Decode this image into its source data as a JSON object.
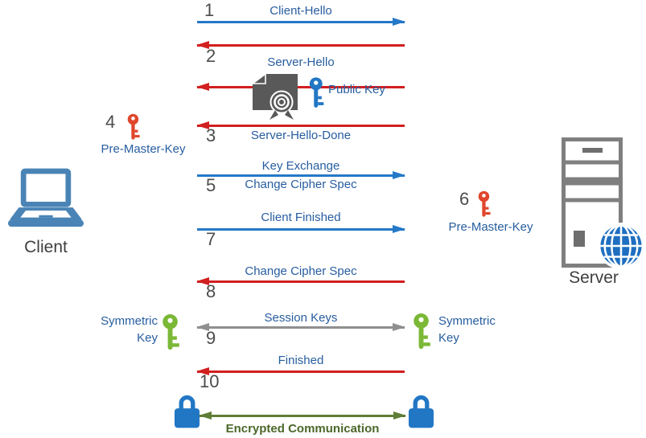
{
  "client": {
    "label": "Client"
  },
  "server": {
    "label": "Server"
  },
  "steps": {
    "s1": {
      "num": "1",
      "label": "Client-Hello"
    },
    "s2": {
      "num": "2",
      "label": "Server-Hello"
    },
    "certificate": {
      "label": "Public Key"
    },
    "s3": {
      "num": "3",
      "label": "Server-Hello-Done"
    },
    "s4": {
      "num": "4",
      "label": "Pre-Master-Key"
    },
    "s5": {
      "num": "5",
      "label_above": "Key Exchange",
      "label_below": "Change Cipher Spec"
    },
    "s6": {
      "num": "6",
      "label": "Pre-Master-Key"
    },
    "s7": {
      "num": "7",
      "label": "Client Finished"
    },
    "s8": {
      "num": "8",
      "label": "Change Cipher Spec"
    },
    "s9": {
      "num": "9",
      "label": "Session Keys",
      "left_key_label": "Symmetric Key",
      "right_key_label": "Symmetric Key"
    },
    "s10": {
      "num": "10",
      "label": "Finished"
    },
    "encrypted": {
      "label": "Encrypted Communication"
    }
  },
  "colors": {
    "blue_arrow": "#2478C8",
    "blue_text": "#275D9F",
    "red_arrow": "#D21F1F",
    "red_key": "#E0462C",
    "green_key": "#7BB836",
    "gray_arrow": "#8F8F8F",
    "olive_arrow": "#5F7D35",
    "olive_text": "#4C682A",
    "padlock_blue": "#2277C4",
    "laptop_blue": "#4A84B6",
    "globe_blue": "#1E6FC0",
    "server_gray": "#7F7F7F",
    "certificate_gray": "#595959",
    "number_gray": "#4D4D4D"
  },
  "icons": {
    "client": "laptop-icon",
    "server": "server-tower-icon",
    "server_globe": "globe-icon",
    "certificate": "certificate-icon",
    "public_key": "key-icon",
    "pre_master_key": "key-icon",
    "symmetric_key": "key-icon",
    "encrypted": "padlock-icon"
  }
}
